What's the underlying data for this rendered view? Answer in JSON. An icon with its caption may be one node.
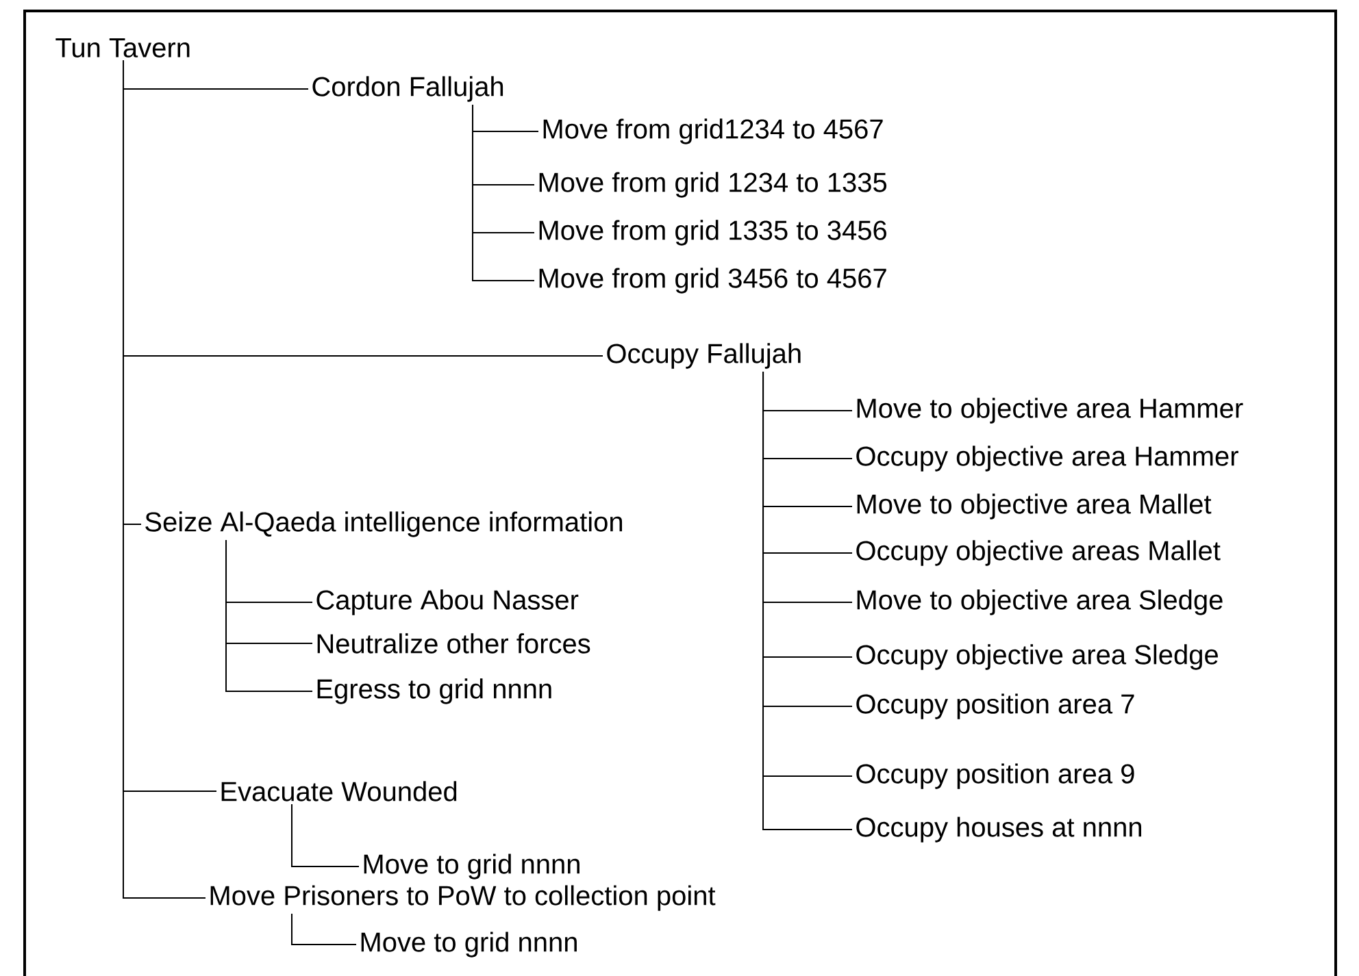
{
  "diagram": {
    "nodes": [
      {
        "text": [
          "Tun Tavern"
        ]
      },
      {
        "text": [
          "Cordon Fallujah"
        ]
      },
      {
        "text": [
          "Move from grid1234 to 4567"
        ]
      },
      {
        "text": [
          "Move from grid 1234 to 1335"
        ]
      },
      {
        "text": [
          "Move from grid 1335 to 3456"
        ]
      },
      {
        "text": [
          "Move from grid 3456 to 4567"
        ]
      },
      {
        "text": [
          "Occupy Fallujah"
        ]
      },
      {
        "text": [
          "Move to objective area Hammer"
        ]
      },
      {
        "text": [
          "Occupy objective area Hammer"
        ]
      },
      {
        "text": [
          "Move to objective area Mallet"
        ]
      },
      {
        "text": [
          "Occupy objective areas Mallet"
        ]
      },
      {
        "text": [
          "Move to objective area Sledge"
        ]
      },
      {
        "text": [
          "Occupy objective area Sledge"
        ]
      },
      {
        "text": [
          "Occupy position area 7"
        ]
      },
      {
        "text": [
          "Occupy position area 9"
        ]
      },
      {
        "text": [
          "Occupy houses at nnnn"
        ]
      },
      {
        "text": [
          "Seize Al-Qaeda intelligence information"
        ]
      },
      {
        "text": [
          "Capture Abou Nasser"
        ]
      },
      {
        "text": [
          "Neutralize other forces"
        ]
      },
      {
        "text": [
          "Egress to grid nnnn"
        ]
      },
      {
        "text": [
          "Evacuate Wounded"
        ]
      },
      {
        "text": [
          "Move to grid nnnn"
        ]
      },
      {
        "text": [
          "Move Prisoners to PoW to collection point"
        ]
      },
      {
        "text": [
          "Move to grid nnnn"
        ]
      }
    ],
    "edges": [
      {
        "from": 0,
        "to": 1,
        "arrow": "none"
      },
      {
        "from": 1,
        "to": 2,
        "arrow": "none"
      },
      {
        "from": 1,
        "to": 3,
        "arrow": "none"
      },
      {
        "from": 1,
        "to": 4,
        "arrow": "none"
      },
      {
        "from": 1,
        "to": 5,
        "arrow": "none"
      },
      {
        "from": 0,
        "to": 6,
        "arrow": "none"
      },
      {
        "from": 6,
        "to": 7,
        "arrow": "none"
      },
      {
        "from": 6,
        "to": 8,
        "arrow": "none"
      },
      {
        "from": 6,
        "to": 9,
        "arrow": "none"
      },
      {
        "from": 6,
        "to": 10,
        "arrow": "none"
      },
      {
        "from": 6,
        "to": 11,
        "arrow": "none"
      },
      {
        "from": 6,
        "to": 12,
        "arrow": "none"
      },
      {
        "from": 6,
        "to": 13,
        "arrow": "none"
      },
      {
        "from": 6,
        "to": 14,
        "arrow": "none"
      },
      {
        "from": 6,
        "to": 15,
        "arrow": "none"
      },
      {
        "from": 0,
        "to": 16,
        "arrow": "none"
      },
      {
        "from": 16,
        "to": 17,
        "arrow": "none"
      },
      {
        "from": 16,
        "to": 18,
        "arrow": "none"
      },
      {
        "from": 16,
        "to": 19,
        "arrow": "none"
      },
      {
        "from": 0,
        "to": 20,
        "arrow": "none"
      },
      {
        "from": 20,
        "to": 21,
        "arrow": "none"
      },
      {
        "from": 0,
        "to": 22,
        "arrow": "none"
      },
      {
        "from": 22,
        "to": 23,
        "arrow": "none"
      }
    ]
  }
}
